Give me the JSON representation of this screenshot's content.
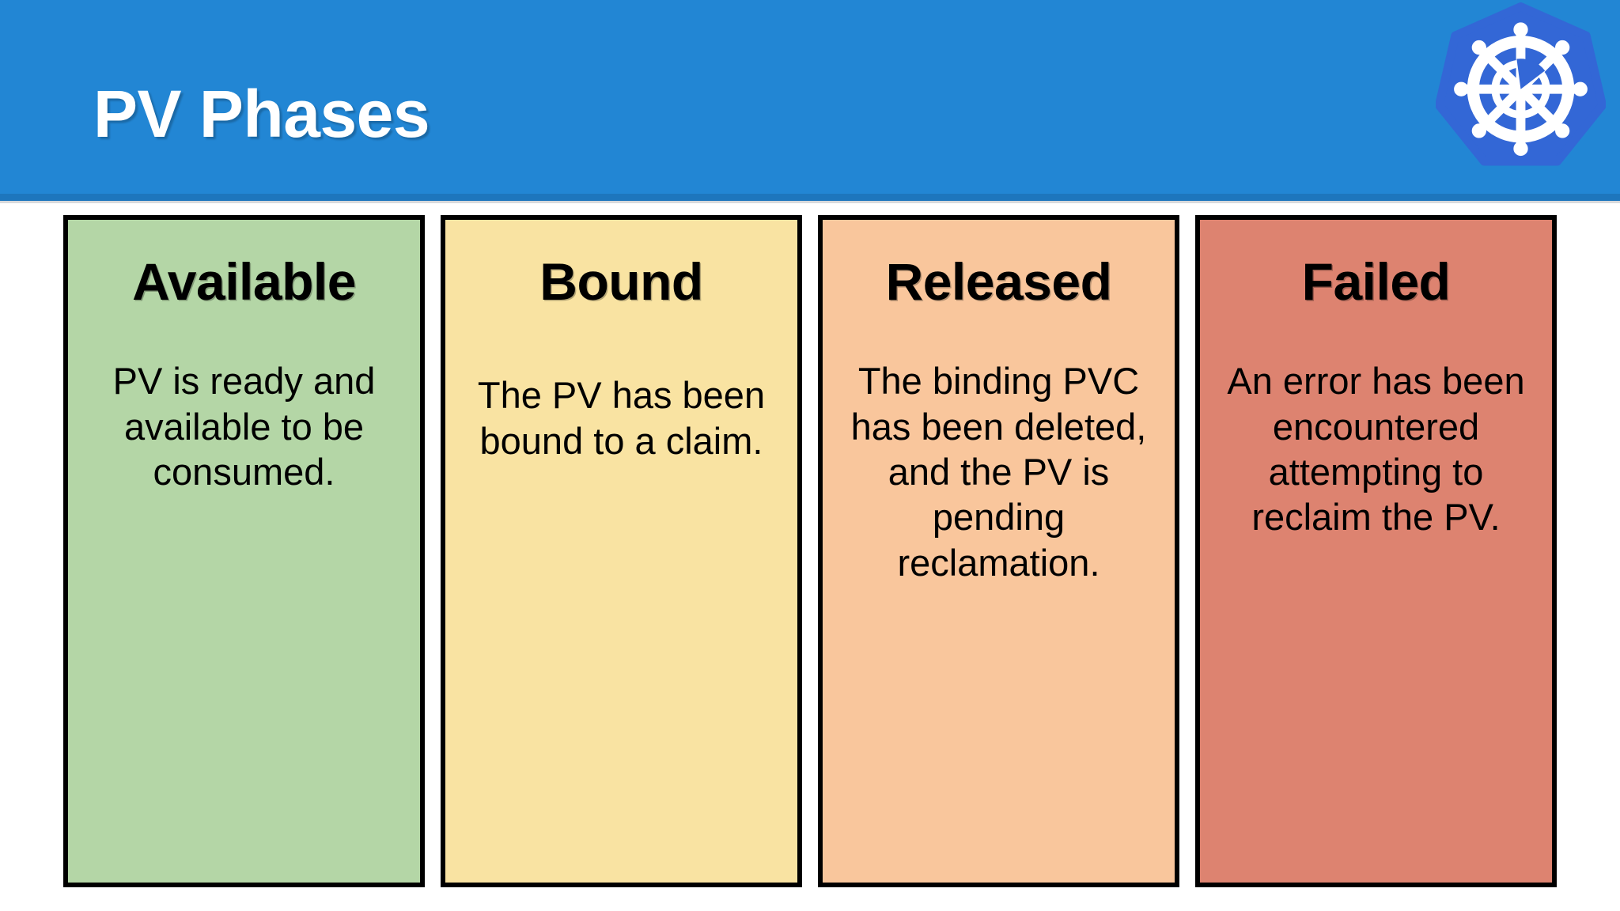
{
  "header": {
    "title": "PV Phases",
    "background_color": "#2286d4",
    "underline_color": "#1d76bd",
    "title_color": "#ffffff",
    "logo_icon": "kubernetes-logo",
    "logo_badge_color": "#3367d6",
    "logo_wheel_color": "#ffffff"
  },
  "cards": [
    {
      "id": "available",
      "title": "Available",
      "body": "PV is ready and available to be consumed.",
      "background_color": "#b4d6a6",
      "border_color": "#000000"
    },
    {
      "id": "bound",
      "title": "Bound",
      "body": "The PV has been bound to a claim.",
      "background_color": "#f9e3a2",
      "border_color": "#000000"
    },
    {
      "id": "released",
      "title": "Released",
      "body": "The binding PVC has been deleted, and the PV is pending reclamation.",
      "background_color": "#f9c69c",
      "border_color": "#000000"
    },
    {
      "id": "failed",
      "title": "Failed",
      "body": "An error has been encountered attempting to reclaim the PV.",
      "background_color": "#dd8370",
      "border_color": "#000000"
    }
  ]
}
